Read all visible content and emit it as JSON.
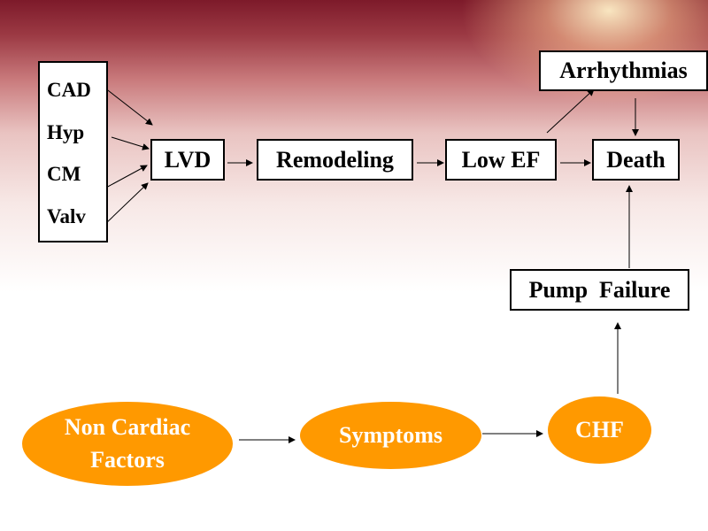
{
  "causes": [
    "CAD",
    "Hyp",
    "CM",
    "Valv"
  ],
  "nodes": {
    "lvd": "LVD",
    "remodeling": "Remodeling",
    "low_ef": "Low EF",
    "death": "Death",
    "arrhythmias": "Arrhythmias",
    "pump_failure": "Pump  Failure"
  },
  "ovals": {
    "non_cardiac_line1": "Non Cardiac",
    "non_cardiac_line2": "Factors",
    "symptoms": "Symptoms",
    "chf": "CHF"
  },
  "colors": {
    "oval_fill": "#ff9900",
    "oval_text": "#ffffff",
    "header_dark": "#7d1a2a"
  }
}
